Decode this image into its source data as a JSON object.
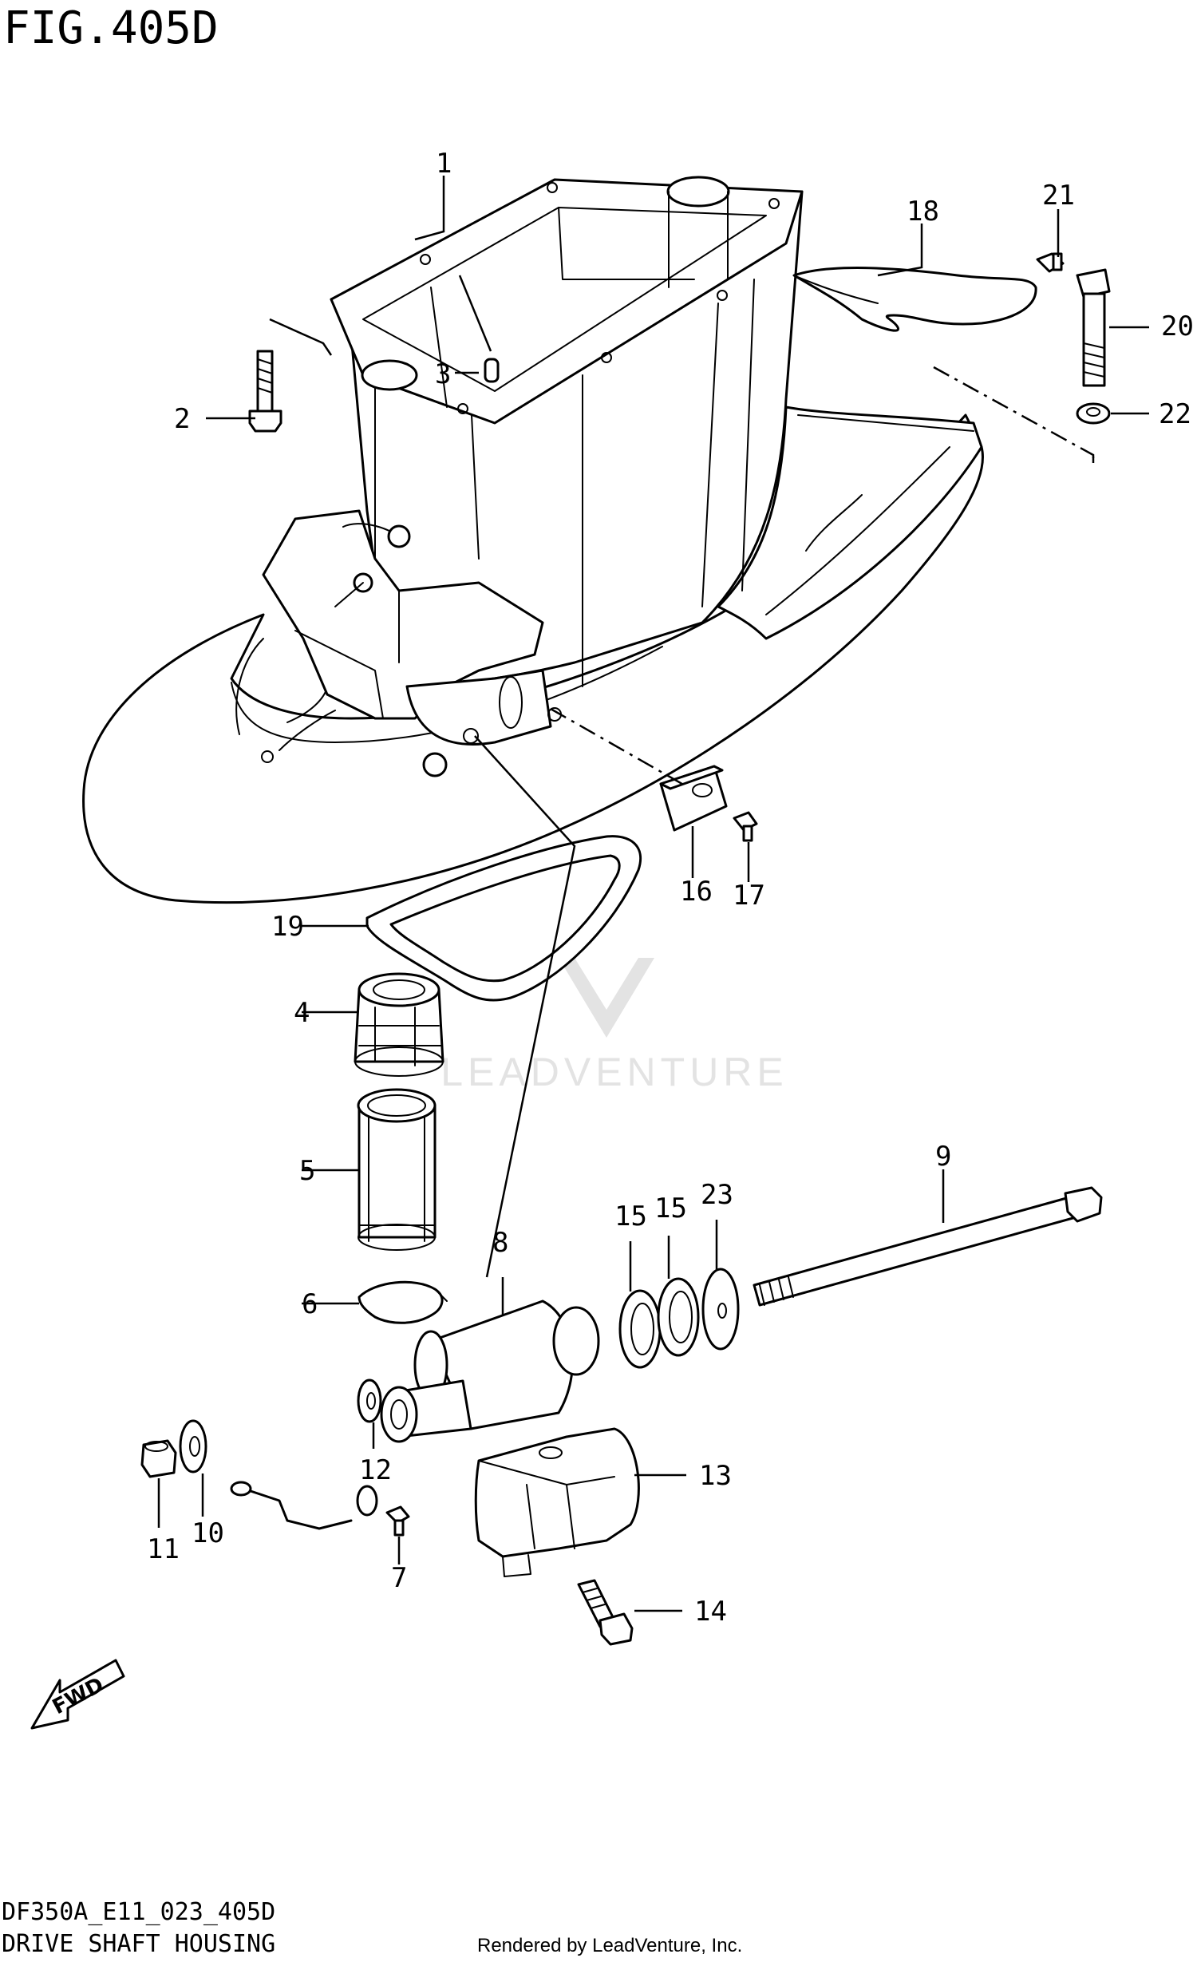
{
  "figure_title": "FIG.405D",
  "diagram_code": "DF350A_E11_023_405D",
  "section_name": "DRIVE SHAFT HOUSING",
  "render_credit": "Rendered by LeadVenture, Inc.",
  "watermark_text": "LEADVENTURE",
  "fwd_label": "FWD",
  "callouts": {
    "c1": "1",
    "c2": "2",
    "c3": "3",
    "c4": "4",
    "c5": "5",
    "c6": "6",
    "c7": "7",
    "c8": "8",
    "c9": "9",
    "c10": "10",
    "c11": "11",
    "c12": "12",
    "c13": "13",
    "c14": "14",
    "c15a": "15",
    "c15b": "15",
    "c16": "16",
    "c17": "17",
    "c18": "18",
    "c19": "19",
    "c20": "20",
    "c21": "21",
    "c22": "22",
    "c23": "23"
  }
}
